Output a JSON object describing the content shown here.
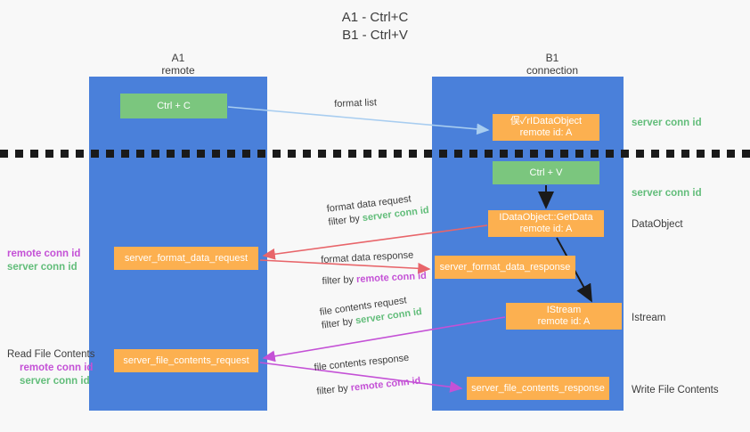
{
  "title": {
    "line1": "A1 - Ctrl+C",
    "line2": "B1 - Ctrl+V"
  },
  "columns": [
    {
      "name": "A1",
      "role": "remote"
    },
    {
      "name": "B1",
      "role": "connection"
    }
  ],
  "nodes": {
    "ctrl_c": {
      "label": "Ctrl + C",
      "color": "green"
    },
    "idataobject": {
      "line1": "俣✓rIDataObject",
      "line2": "remote id: A",
      "color": "orange"
    },
    "ctrl_v": {
      "label": "Ctrl + V",
      "color": "green"
    },
    "getdata": {
      "line1": "IDataObject::GetData",
      "line2": "remote id: A",
      "color": "orange"
    },
    "format_data_request": {
      "label": "server_format_data_request",
      "color": "orange"
    },
    "format_data_response": {
      "label": "server_format_data_response",
      "color": "orange"
    },
    "istream": {
      "line1": "IStream",
      "line2": "remote id: A",
      "color": "orange"
    },
    "file_contents_request": {
      "label": "server_file_contents_request",
      "color": "orange"
    },
    "file_contents_response": {
      "label": "server_file_contents_response",
      "color": "orange"
    }
  },
  "edge_labels": {
    "format_list": "format list",
    "format_data_request_l1": "format data request",
    "format_data_request_l2_prefix": "filter by ",
    "format_data_request_l2_key": "server conn id",
    "format_data_response_l1": "format data response",
    "format_data_response_l2_prefix": "filter by ",
    "format_data_response_l2_key": "remote conn id",
    "file_contents_request_l1": "file contents request",
    "file_contents_request_l2_prefix": "filter by ",
    "file_contents_request_l2_key": "server conn id",
    "file_contents_response_l1": "file contents response",
    "file_contents_response_l2_prefix": "filter by ",
    "file_contents_response_l2_key": "remote conn id"
  },
  "side_labels": {
    "server_conn_id_top": "server conn id",
    "server_conn_id_mid": "server conn id",
    "dataobject": "DataObject",
    "istream": "Istream",
    "write_file_contents": "Write File Contents",
    "read_file_contents": "Read File Contents",
    "remote_conn_id": "remote conn id",
    "server_conn_id": "server conn id"
  },
  "colors": {
    "lane_blue": "#4a80da",
    "node_green": "#7bc67e",
    "node_orange": "#fcb050",
    "arrow_lightblue": "#a8cdf0",
    "arrow_red": "#e8656a",
    "arrow_magenta": "#c451d6",
    "arrow_black": "#1a1a1a",
    "text_remote_conn": "#c451d6",
    "text_server_conn": "#62bd7a",
    "background": "#f8f8f8"
  }
}
